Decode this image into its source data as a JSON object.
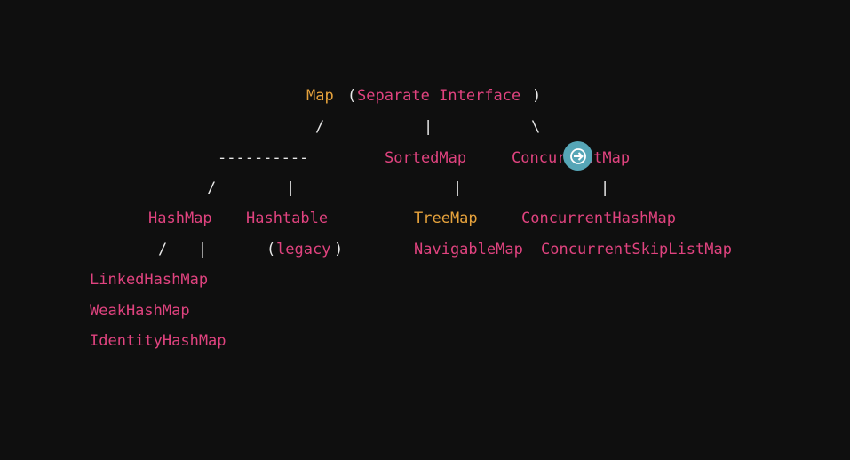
{
  "root": {
    "name": "Map",
    "open_paren": "(",
    "label": "Separate Interface",
    "close_paren": ")"
  },
  "connectors": {
    "root_left": "/",
    "root_mid": "|",
    "root_right": "\\",
    "dashes": "----------",
    "hm_slash": "/",
    "hm_bar": "|",
    "sorted_bar": "|",
    "conc_bar": "|",
    "lhm_slash": "/",
    "lhm_bar": "|"
  },
  "level1": {
    "sortedmap": "SortedMap",
    "concurrentmap": "ConcurrentMap"
  },
  "level2": {
    "hashmap": "HashMap",
    "hashtable": "Hashtable",
    "treemap": "TreeMap",
    "concurrenthashmap": "ConcurrentHashMap"
  },
  "level3": {
    "legacy_open": "(",
    "legacy": "legacy",
    "legacy_close": ")",
    "navigablemap": "NavigableMap",
    "concurrentskiplistmap": "ConcurrentSkipListMap"
  },
  "hashmap_children": [
    "LinkedHashMap",
    "WeakHashMap",
    "IdentityHashMap"
  ],
  "colors": {
    "background": "#0f0f0f",
    "pink": "#e0437f",
    "orange": "#e6a23c",
    "white": "#e8e8e8",
    "cursor": "#56a6b7"
  },
  "cursor_icon": "arrow-right-icon"
}
